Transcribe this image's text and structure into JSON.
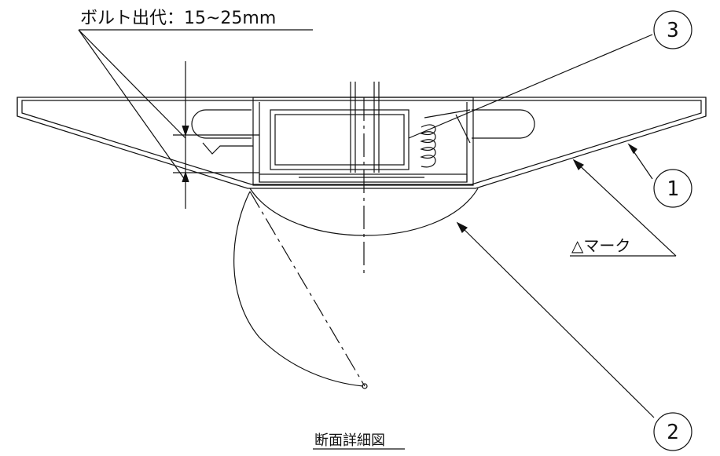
{
  "dimension_label": "ボルト出代：15~25mm",
  "callouts": [
    {
      "number": "3"
    },
    {
      "number": "1"
    },
    {
      "number": "2"
    }
  ],
  "triangle_mark_label": "△マーク",
  "section_title": "断面詳細図"
}
